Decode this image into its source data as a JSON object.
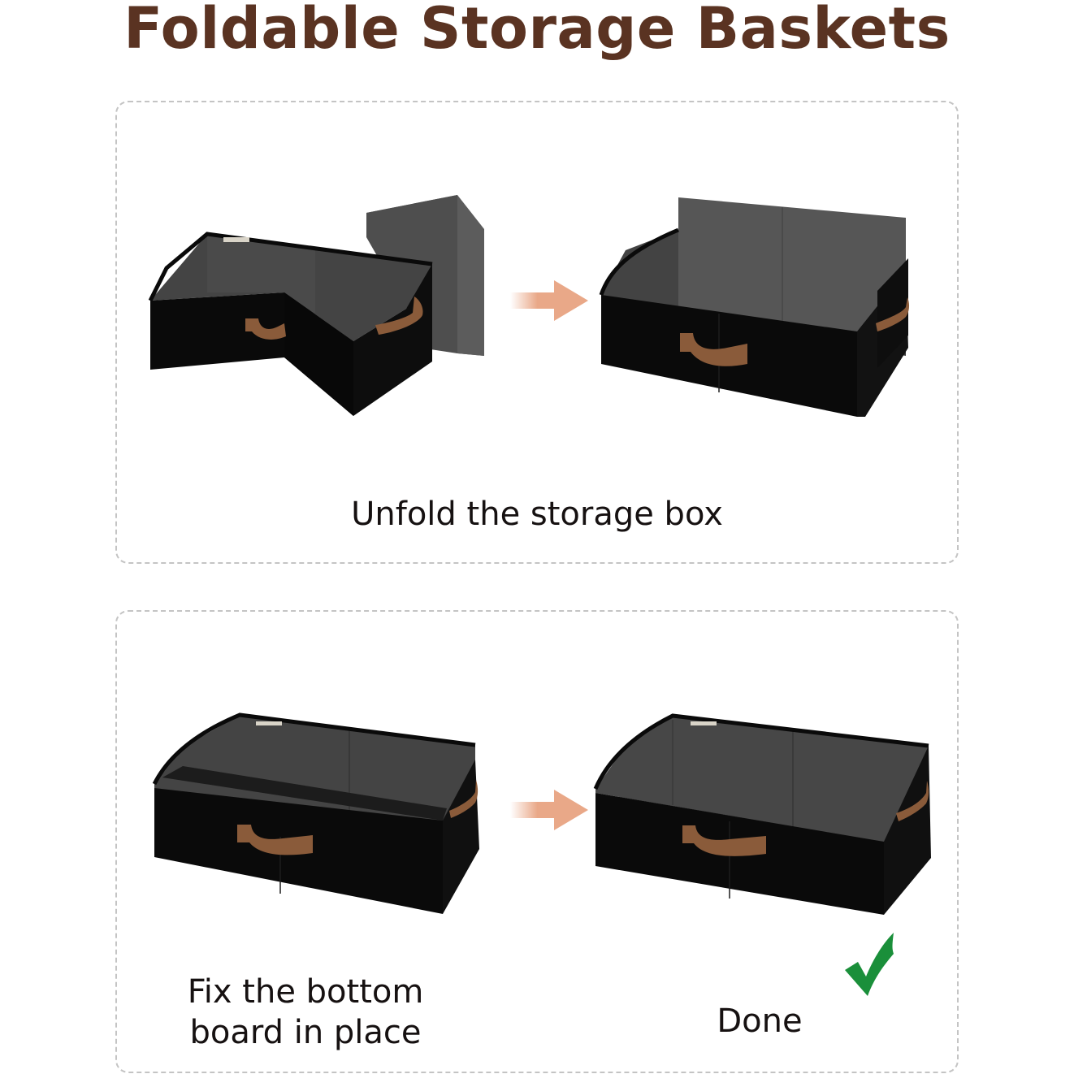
{
  "title": "Foldable Storage Baskets",
  "colors": {
    "title": "#5a3322",
    "arrow": "#e9a888",
    "box_exterior": "#0b0b0b",
    "box_interior": "#4a4a4a",
    "handle": "#8a5b3a",
    "checkmark": "#1a8f3a",
    "panel_border": "#c4c4c4"
  },
  "steps": [
    {
      "caption": "Unfold the storage box",
      "images": [
        "folded-box-with-bottom-board",
        "unfolded-box-board-upright"
      ]
    },
    {
      "caption_line1": "Fix the bottom",
      "caption_line2": "board in place",
      "done_label": "Done",
      "images": [
        "box-with-board-lowered",
        "finished-box"
      ]
    }
  ],
  "icons": [
    "right-arrow-icon",
    "checkmark-icon"
  ]
}
